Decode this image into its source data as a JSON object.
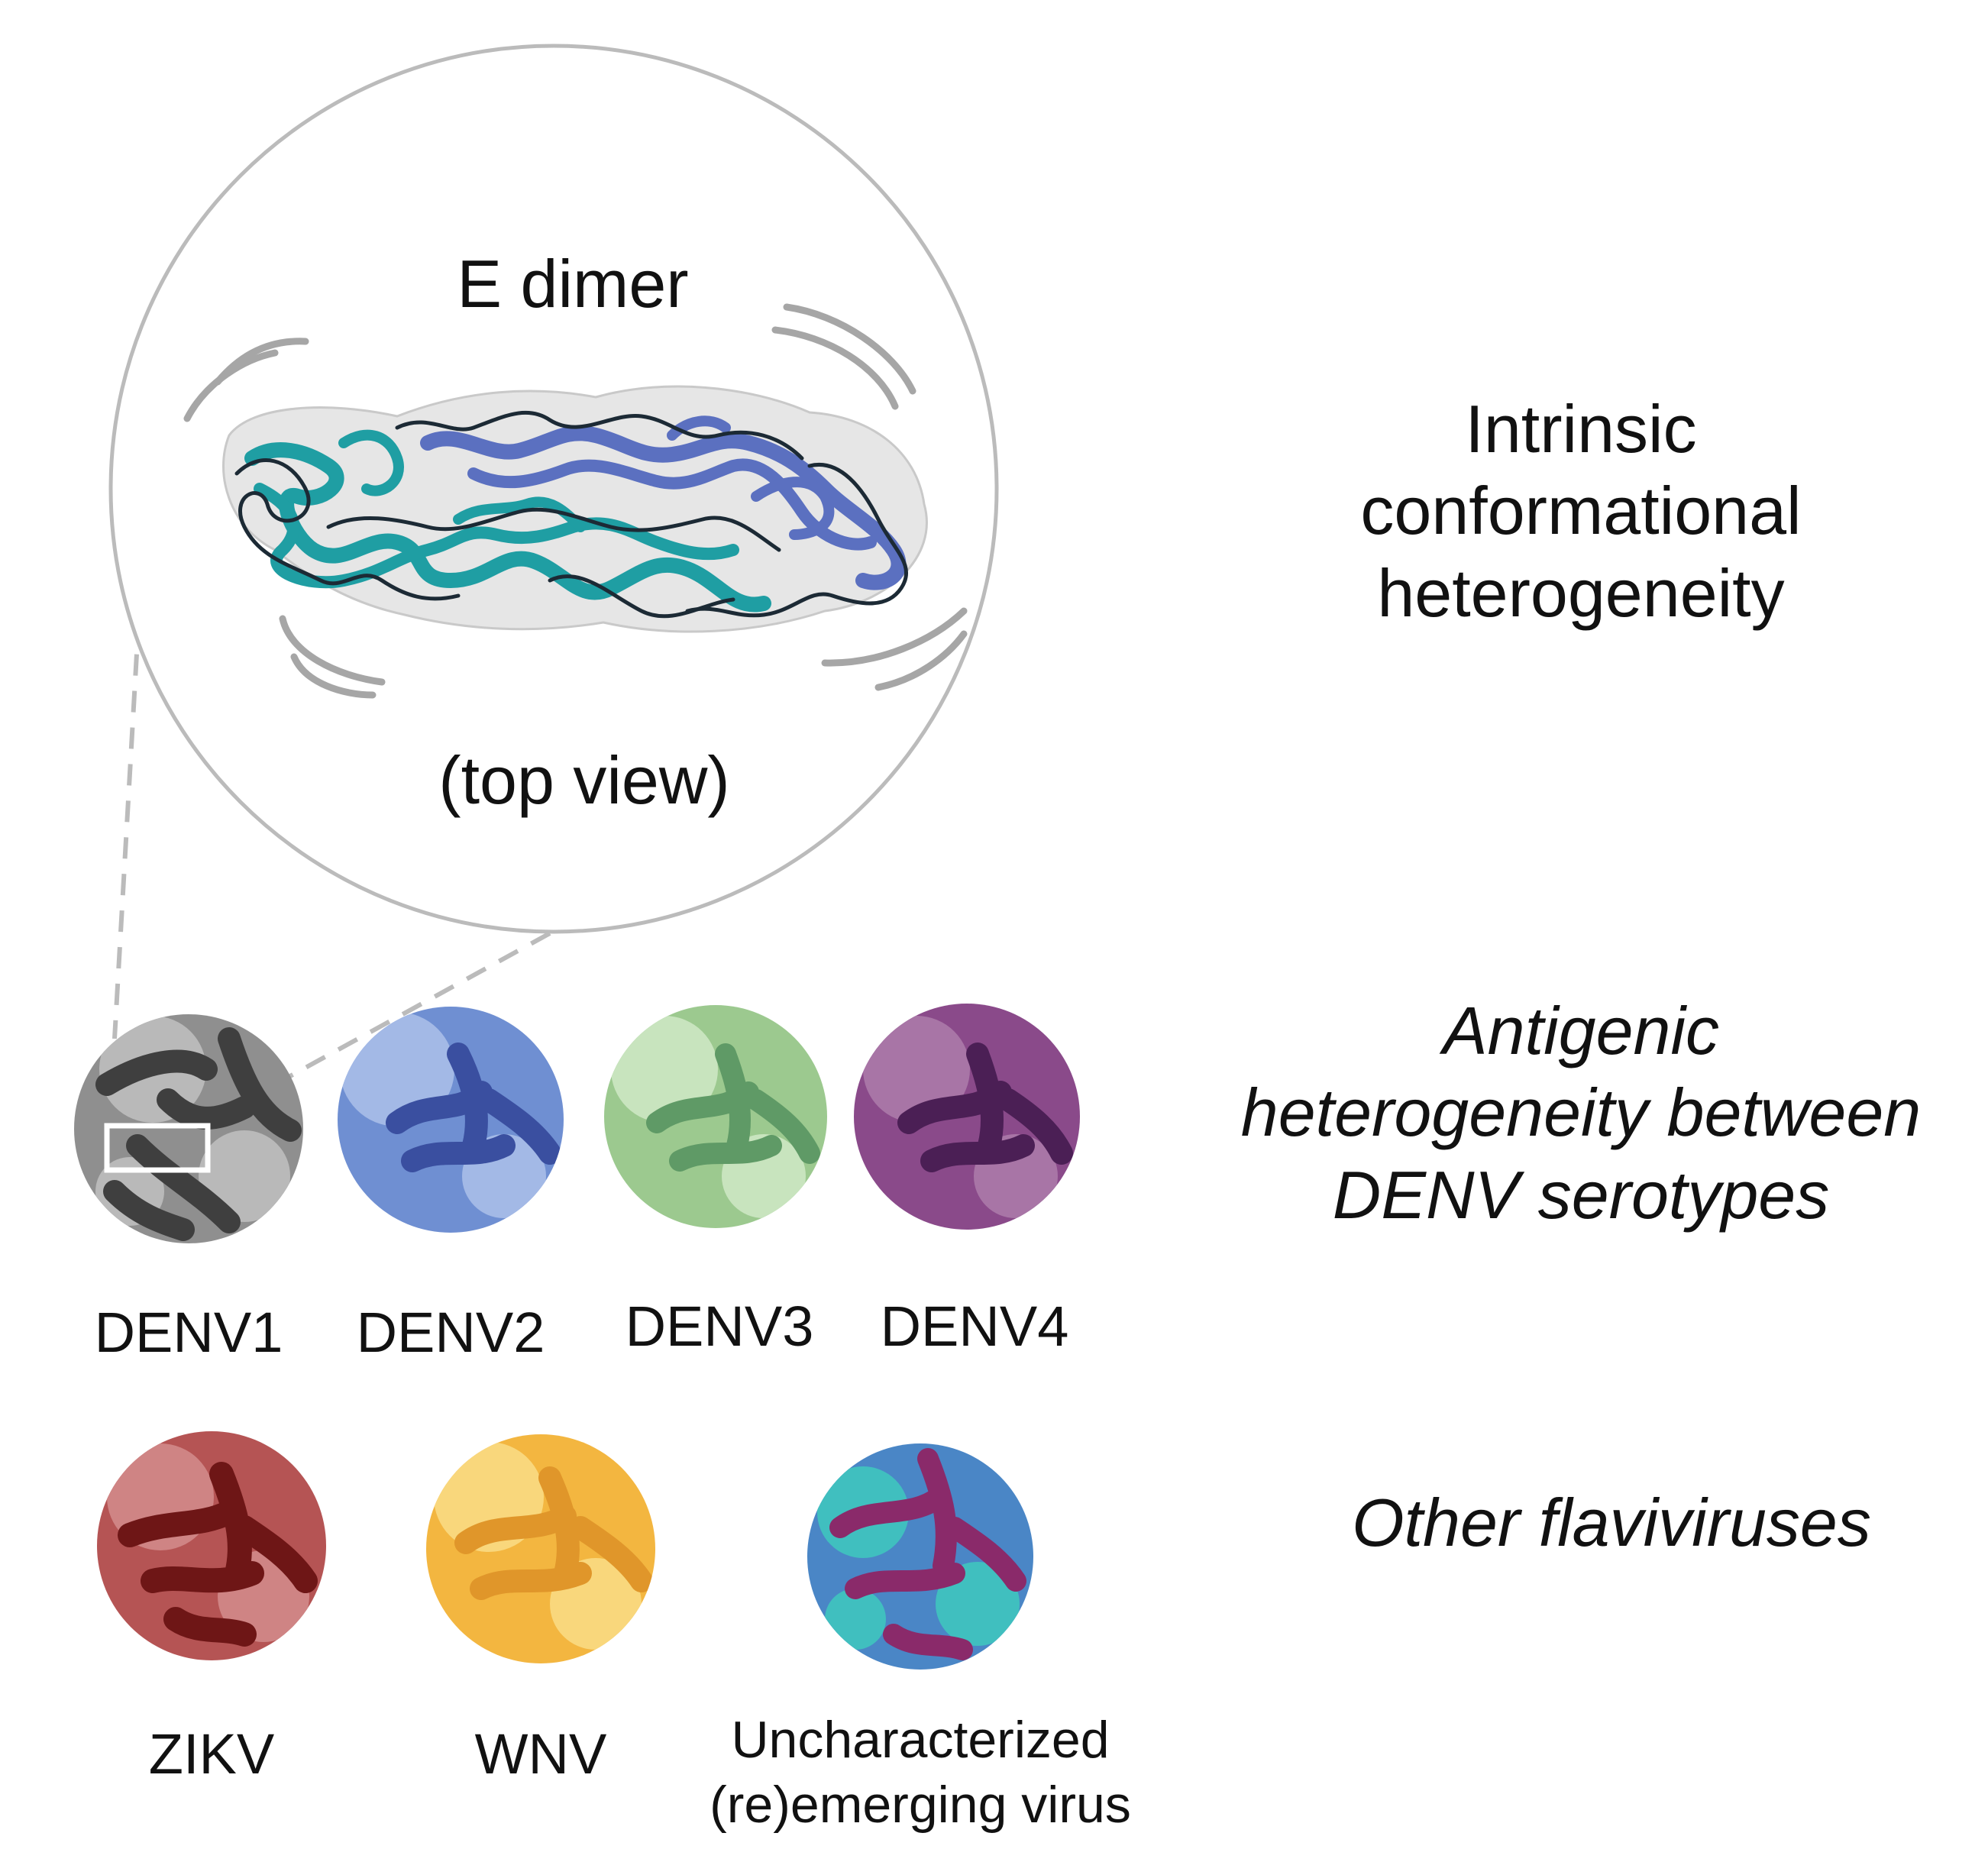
{
  "zoom": {
    "title": "E dimer",
    "subtitle": "(top view)"
  },
  "right_labels": {
    "intrinsic": [
      "Intrinsic",
      "conformational",
      "heterogeneity"
    ],
    "antigenic": [
      "Antigenic",
      "heterogeneity between",
      "DENV serotypes"
    ],
    "other": "Other flaviviruses"
  },
  "denv_viruses": [
    {
      "label": "DENV1",
      "base": "#8f8f8f",
      "light": "#b9b9b9",
      "dark": "#3f3f3f"
    },
    {
      "label": "DENV2",
      "base": "#6f8fd2",
      "light": "#a3b9e6",
      "dark": "#3a4fa0"
    },
    {
      "label": "DENV3",
      "base": "#9cc98f",
      "light": "#c8e4be",
      "dark": "#5f9a66"
    },
    {
      "label": "DENV4",
      "base": "#8a4a8a",
      "light": "#a875a6",
      "dark": "#4b1f55"
    }
  ],
  "other_viruses": [
    {
      "label": "ZIKV",
      "base": "#b55454",
      "light": "#cf8484",
      "dark": "#6e1616"
    },
    {
      "label": "WNV",
      "base": "#f3b640",
      "light": "#f9d77c",
      "dark": "#e0962a"
    },
    {
      "label_lines": [
        "Uncharacterized",
        "(re)emerging virus"
      ],
      "base": "#4a86c6",
      "light": "#40bfbf",
      "dark": "#8a2a6a"
    }
  ],
  "colors": {
    "protein_chain_a": "#1f9ea3",
    "protein_chain_b": "#5b70c0",
    "zoom_outline": "#bbbbbb",
    "motion_arcs": "#a6a6a6"
  }
}
